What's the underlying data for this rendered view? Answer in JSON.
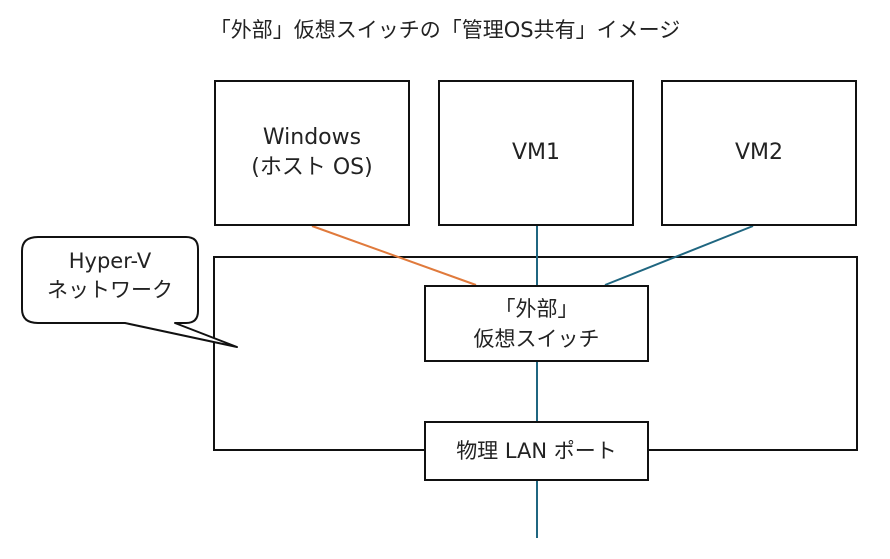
{
  "title": "「外部」仮想スイッチの「管理OS共有」イメージ",
  "vms": {
    "host": {
      "line1": "Windows",
      "line2": "(ホスト OS)"
    },
    "vm1": "VM1",
    "vm2": "VM2"
  },
  "network": {
    "callout_line1": "Hyper-V",
    "callout_line2": "ネットワーク"
  },
  "switch": {
    "line1": "「外部」",
    "line2": "仮想スイッチ"
  },
  "port": "物理 LAN ポート",
  "colors": {
    "host_link": "#e07a3c",
    "vm_link": "#1f6680",
    "border": "#111111"
  }
}
